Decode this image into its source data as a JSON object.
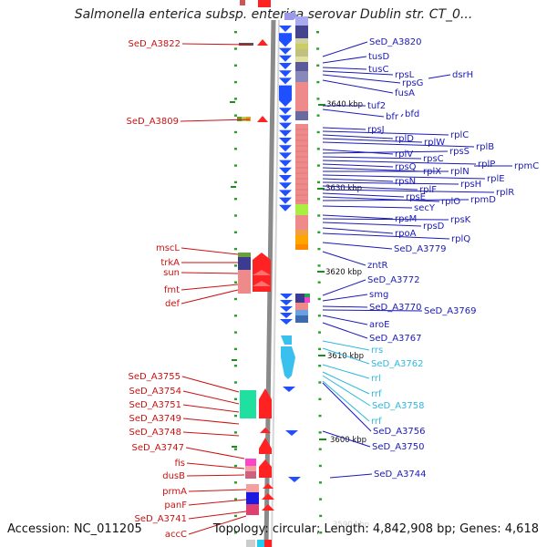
{
  "title": "Salmonella enterica subsp. enterica serovar Dublin str. CT_0...",
  "footer": {
    "accession": "Accession: NC_011205",
    "info": "Topology: circular; Length: 4,842,908 bp; Genes: 4,618"
  },
  "kbp_marks": [
    "3640 kbp",
    "3630 kbp",
    "3620 kbp",
    "3610 kbp",
    "3600 kbp",
    "3590 kbp"
  ],
  "left_genes": [
    "SeD_A3822",
    "SeD_A3809",
    "mscL",
    "trkA",
    "sun",
    "fmt",
    "def",
    "SeD_A3755",
    "SeD_A3754",
    "SeD_A3751",
    "SeD_A3749",
    "SeD_A3748",
    "SeD_A3747",
    "fis",
    "dusB",
    "prmA",
    "panF",
    "SeD_A3741",
    "accC"
  ],
  "right_genes": [
    "SeD_A3820",
    "tusD",
    "tusC",
    "rpsL",
    "dsrH",
    "rpsG",
    "fusA",
    "tuf2",
    "bfr",
    "bfd",
    "rpsJ",
    "rplC",
    "rplD",
    "rplW",
    "rplB",
    "rplV",
    "rpsS",
    "rpsC",
    "rplP",
    "rpmC",
    "rpsQ",
    "rplX",
    "rplN",
    "rplE",
    "rpsN",
    "rpsH",
    "rplF",
    "rplR",
    "rpsE",
    "rplO",
    "rpmD",
    "secY",
    "rpsM",
    "rpsK",
    "rpsD",
    "rpoA",
    "rplQ",
    "SeD_A3779",
    "zntR",
    "SeD_A3772",
    "smg",
    "SeD_A3770",
    "SeD_A3769",
    "aroE",
    "SeD_A3767"
  ],
  "rna_genes": [
    "rrs",
    "SeD_A3762",
    "rrl",
    "rrf",
    "SeD_A3758",
    "rrf"
  ],
  "right_genes_2": [
    "SeD_A3756",
    "SeD_A3750",
    "SeD_A3744"
  ],
  "colors": {
    "left_label": "#cc1111",
    "right_label": "#1a1ab8",
    "rna_label": "#2fb8dd",
    "forward_arrow": "#ff2222",
    "reverse_arrow": "#1f4fff",
    "rna_arrow": "#39c0ee",
    "tick": "#2aa02a",
    "axis": "#808080"
  }
}
